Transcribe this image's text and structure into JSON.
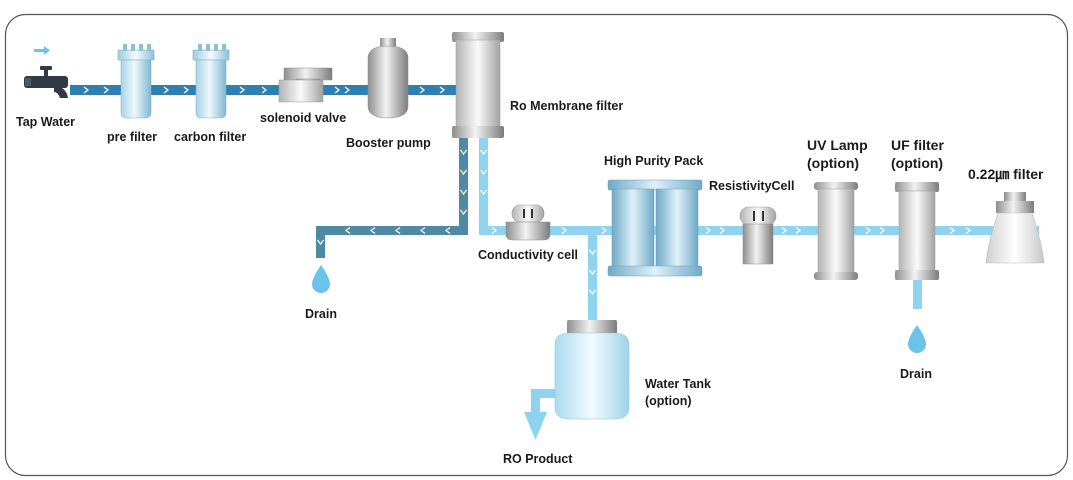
{
  "labels": {
    "tap_water": "Tap Water",
    "pre_filter": "pre filter",
    "carbon_filter": "carbon filter",
    "solenoid_valve": "solenoid valve",
    "booster_pump": "Booster pump",
    "ro_membrane": "Ro Membrane filter",
    "high_purity_pack": "High Purity Pack",
    "resistivity_cell": "ResistivityCell",
    "uv_lamp_1": "UV Lamp",
    "uv_lamp_2": "(option)",
    "uf_filter_1": "UF filter",
    "uf_filter_2": "(option)",
    "final_filter": "0.22㎛ filter",
    "conductivity_cell": "Conductivity cell",
    "drain_left": "Drain",
    "drain_right": "Drain",
    "water_tank_1": "Water Tank",
    "water_tank_2": "(option)",
    "ro_product": "RO Product"
  },
  "colors": {
    "feed_pipe": "#2e80b2",
    "drain_pipe": "#4f8aa4",
    "pure_pipe": "#8fd4ef",
    "water_drop": "#6cc3ea",
    "frame_border": "#555555"
  },
  "icons": [
    "faucet-icon",
    "flow-arrow-icon",
    "water-drop-icon"
  ]
}
